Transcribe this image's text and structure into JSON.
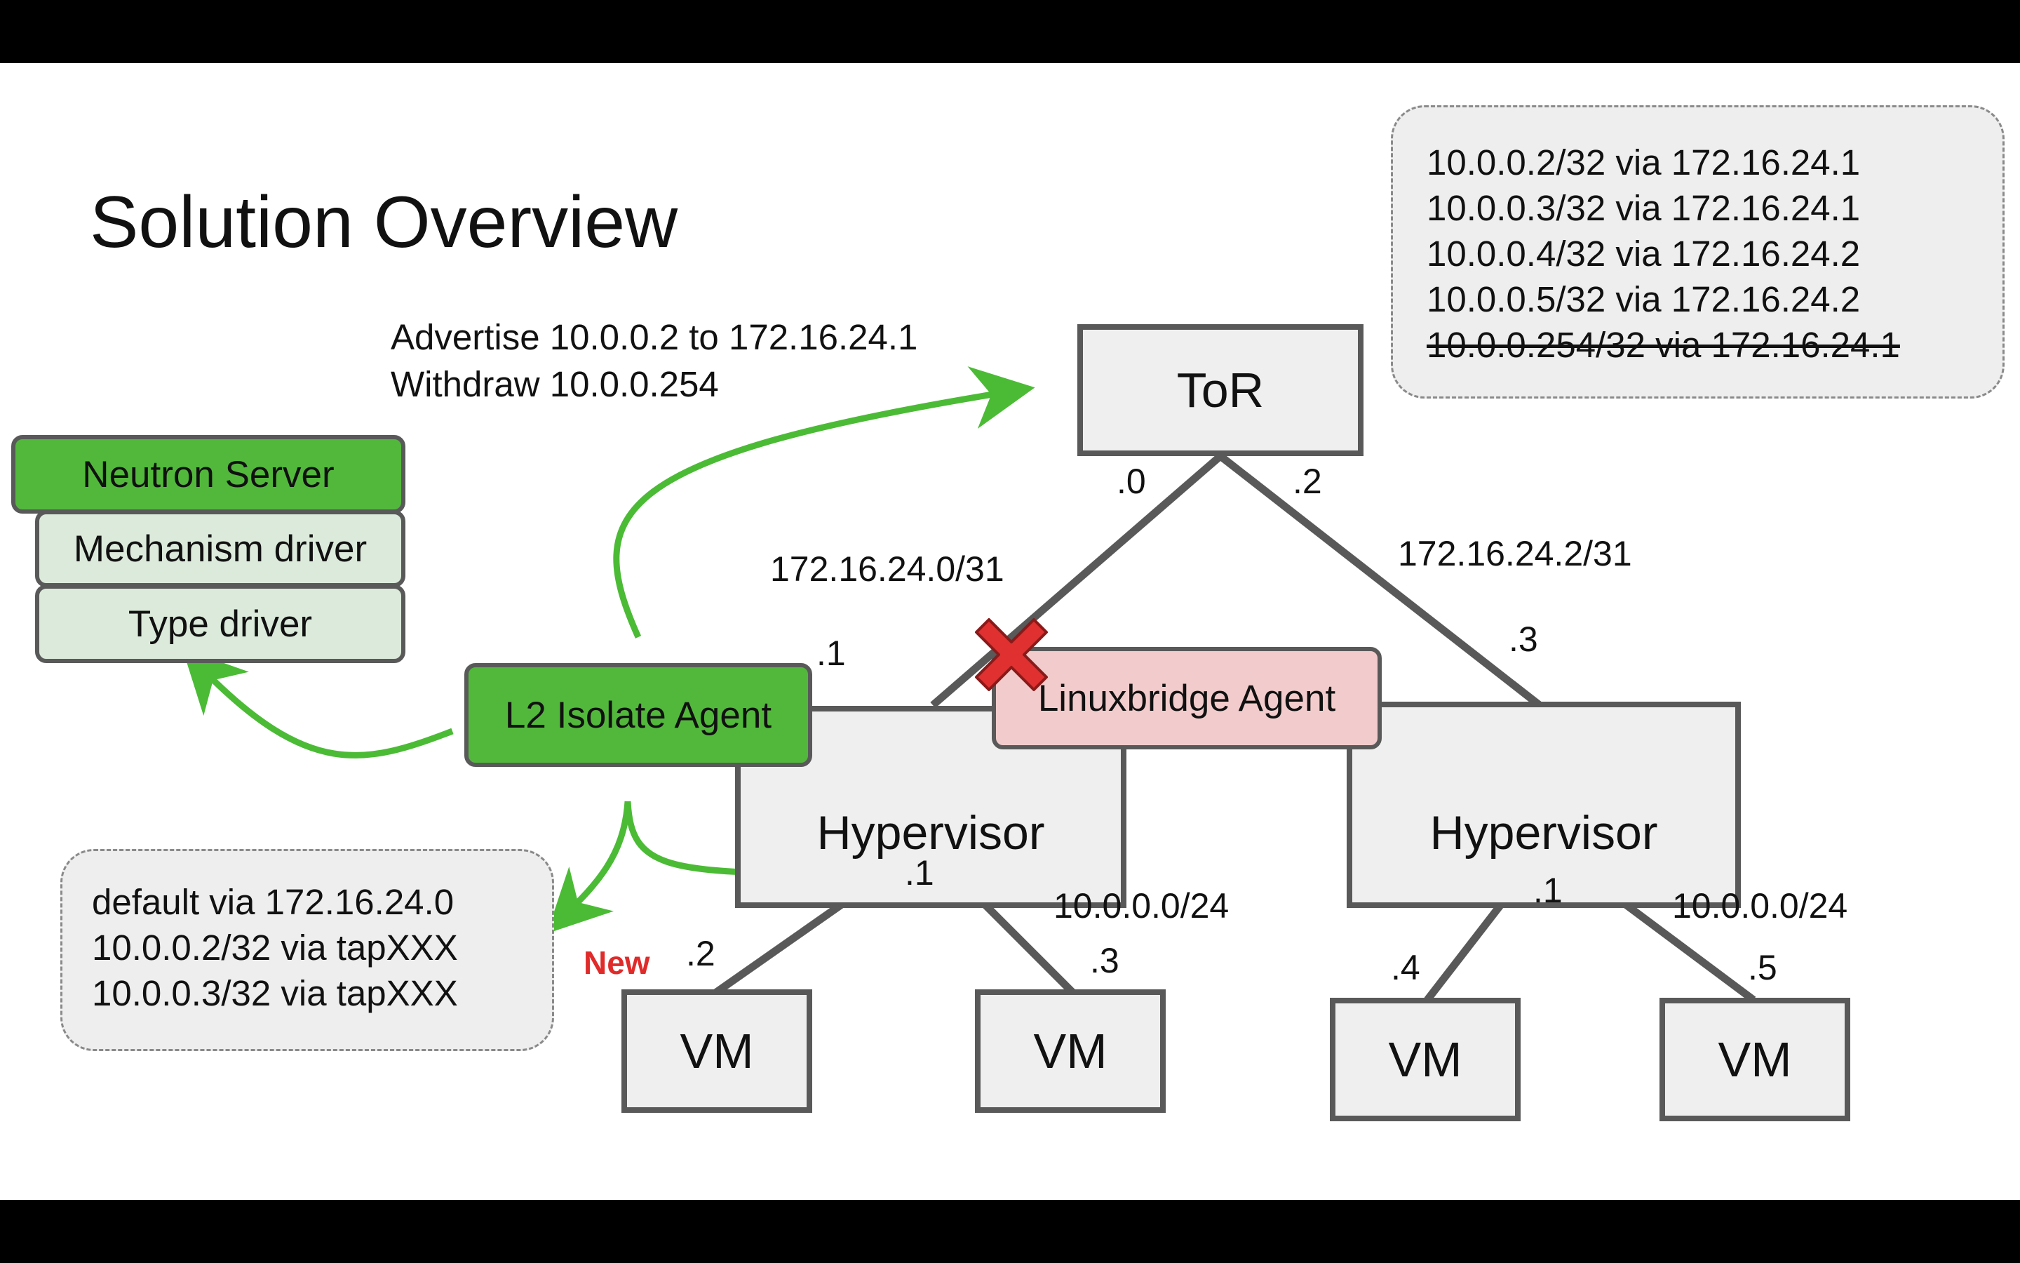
{
  "title": "Solution Overview",
  "advertise_text": {
    "line1": "Advertise 10.0.0.2 to 172.16.24.1",
    "line2": "Withdraw 10.0.0.254"
  },
  "tor": {
    "label": "ToR"
  },
  "tor_routes": [
    "10.0.0.2/32 via 172.16.24.1",
    "10.0.0.3/32 via 172.16.24.1",
    "10.0.0.4/32 via 172.16.24.2",
    "10.0.0.5/32 via 172.16.24.2"
  ],
  "tor_route_withdrawn": "10.0.0.254/32 via 172.16.24.1",
  "neutron": {
    "server": "Neutron Server",
    "mechanism": "Mechanism driver",
    "type": "Type driver"
  },
  "agents": {
    "l2_isolate": "L2 Isolate Agent",
    "linuxbridge": "Linuxbridge Agent"
  },
  "hypervisors": {
    "left": "Hypervisor",
    "right": "Hypervisor"
  },
  "vms": [
    "VM",
    "VM",
    "VM",
    "VM"
  ],
  "links": {
    "left_subnet": "172.16.24.0/31",
    "right_subnet": "172.16.24.2/31",
    "tor_left_port": ".0",
    "tor_right_port": ".2",
    "hv_left_uplink": ".1",
    "hv_right_uplink": ".3",
    "left_vm_subnet": "10.0.0.0/24",
    "right_vm_subnet": "10.0.0.0/24",
    "hv_left_down": ".1",
    "hv_right_down": ".1",
    "vm1_ip": ".2",
    "vm2_ip": ".3",
    "vm3_ip": ".4",
    "vm4_ip": ".5"
  },
  "new_label": "New",
  "hv_routes": [
    "default via 172.16.24.0",
    "10.0.0.2/32 via tapXXX",
    "10.0.0.3/32 via tapXXX"
  ],
  "colors": {
    "arrow": "#4bbb35",
    "line": "#595959",
    "cross": "#e03030",
    "new": "#e02b2b"
  }
}
